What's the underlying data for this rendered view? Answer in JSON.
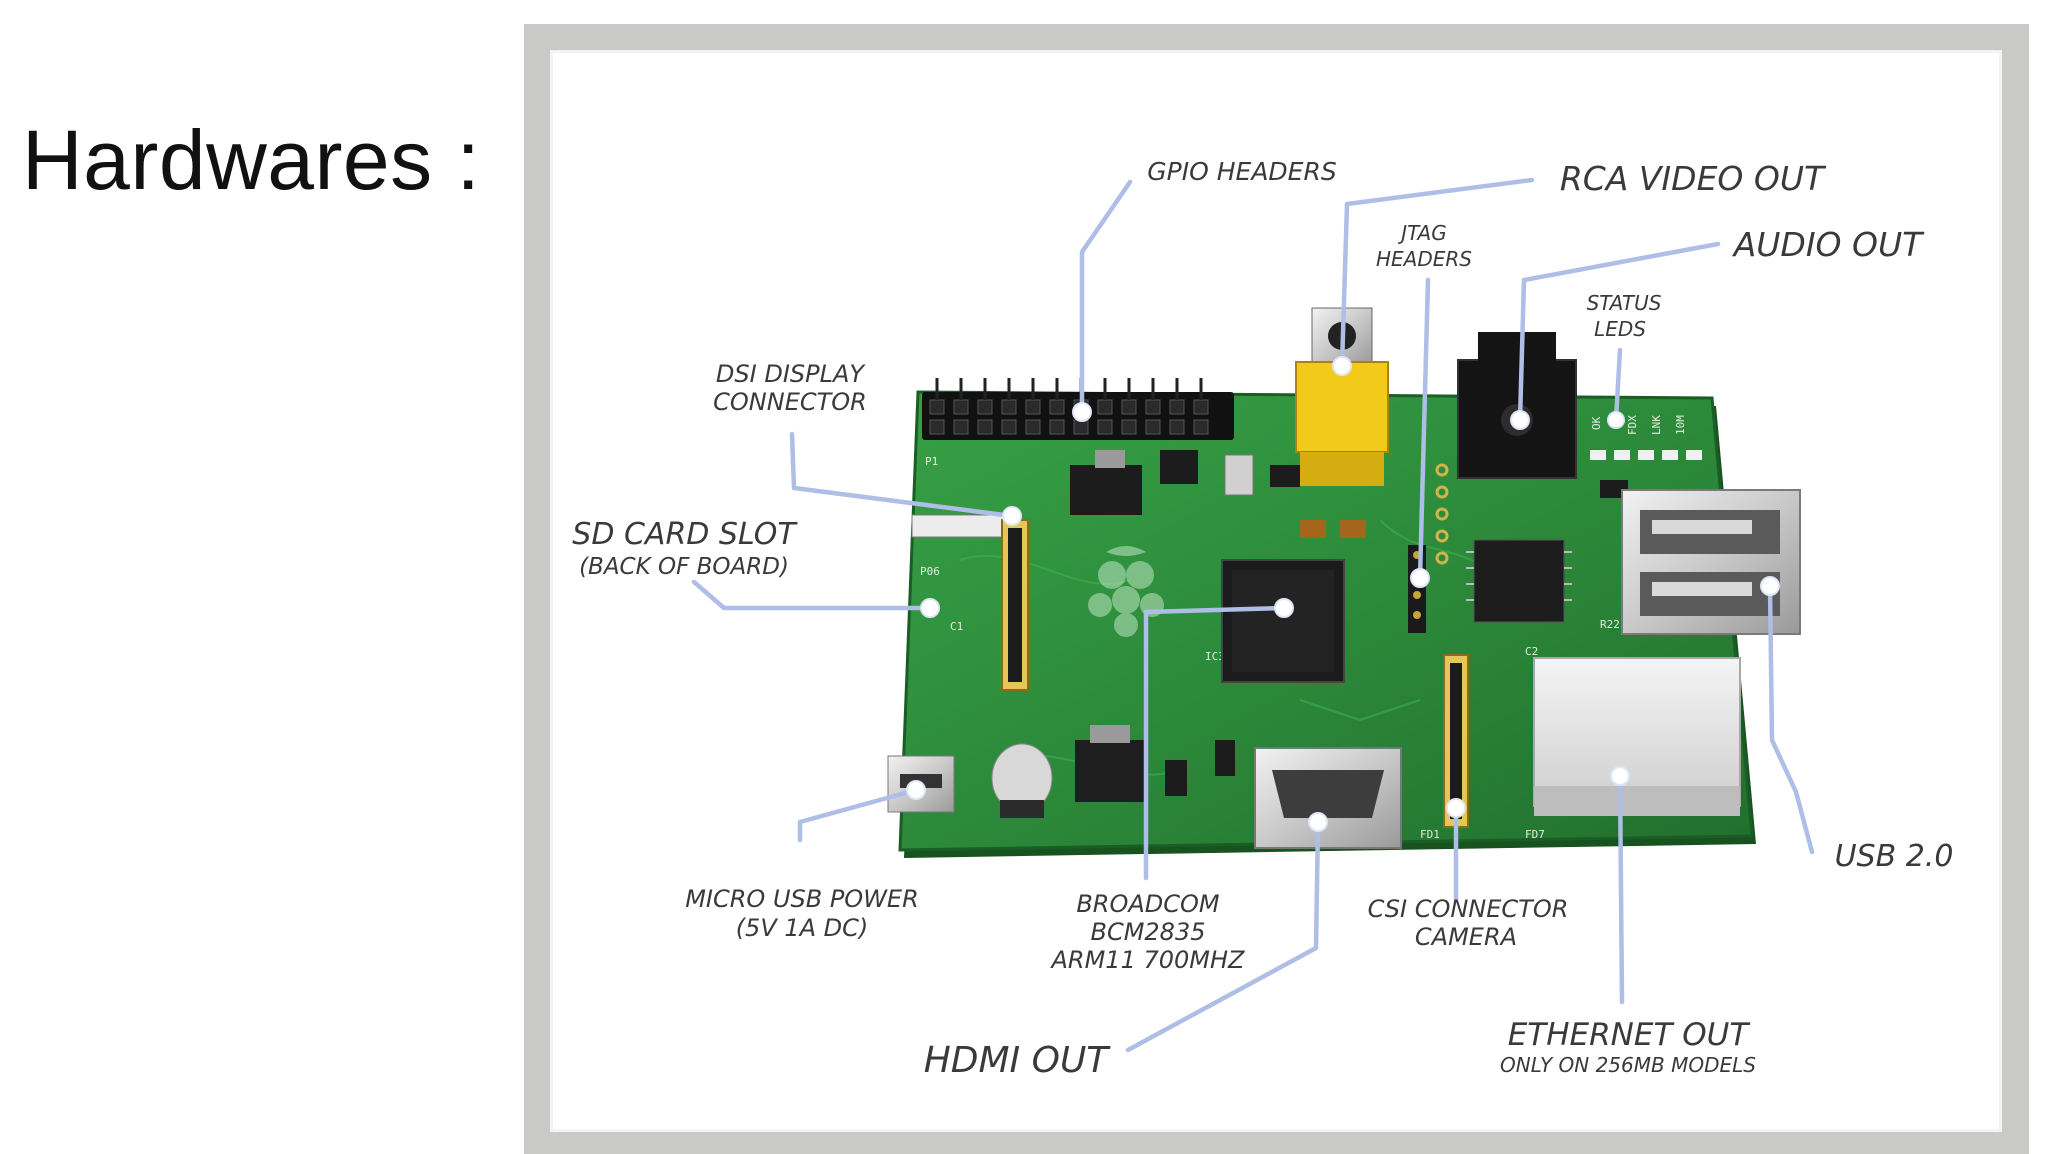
{
  "slide": {
    "title": "Hardwares :"
  },
  "colors": {
    "pcb": "#2c8a3a",
    "pcb_dark": "#1f6b2b",
    "leader": "#aebee6",
    "label": "#3a3a3a",
    "frame": "#c9c9c7"
  },
  "labels": {
    "gpio": "GPIO HEADERS",
    "rca": "RCA VIDEO OUT",
    "jtag_1": "JTAG",
    "jtag_2": "HEADERS",
    "audio": "AUDIO OUT",
    "status_1": "STATUS",
    "status_2": "LEDS",
    "dsi_1": "DSI DISPLAY",
    "dsi_2": "CONNECTOR",
    "sd_1": "SD CARD SLOT",
    "sd_2": "(BACK OF BOARD)",
    "usb": "USB 2.0",
    "micro_1": "MICRO USB POWER",
    "micro_2": "(5V 1A DC)",
    "broadcom_1": "BROADCOM",
    "broadcom_2": "BCM2835",
    "broadcom_3": "ARM11 700MHZ",
    "csi_1": "CSI CONNECTOR",
    "csi_2": "CAMERA",
    "hdmi": "HDMI OUT",
    "ethernet_1": "ETHERNET OUT",
    "ethernet_2": "ONLY ON 256MB MODELS"
  }
}
